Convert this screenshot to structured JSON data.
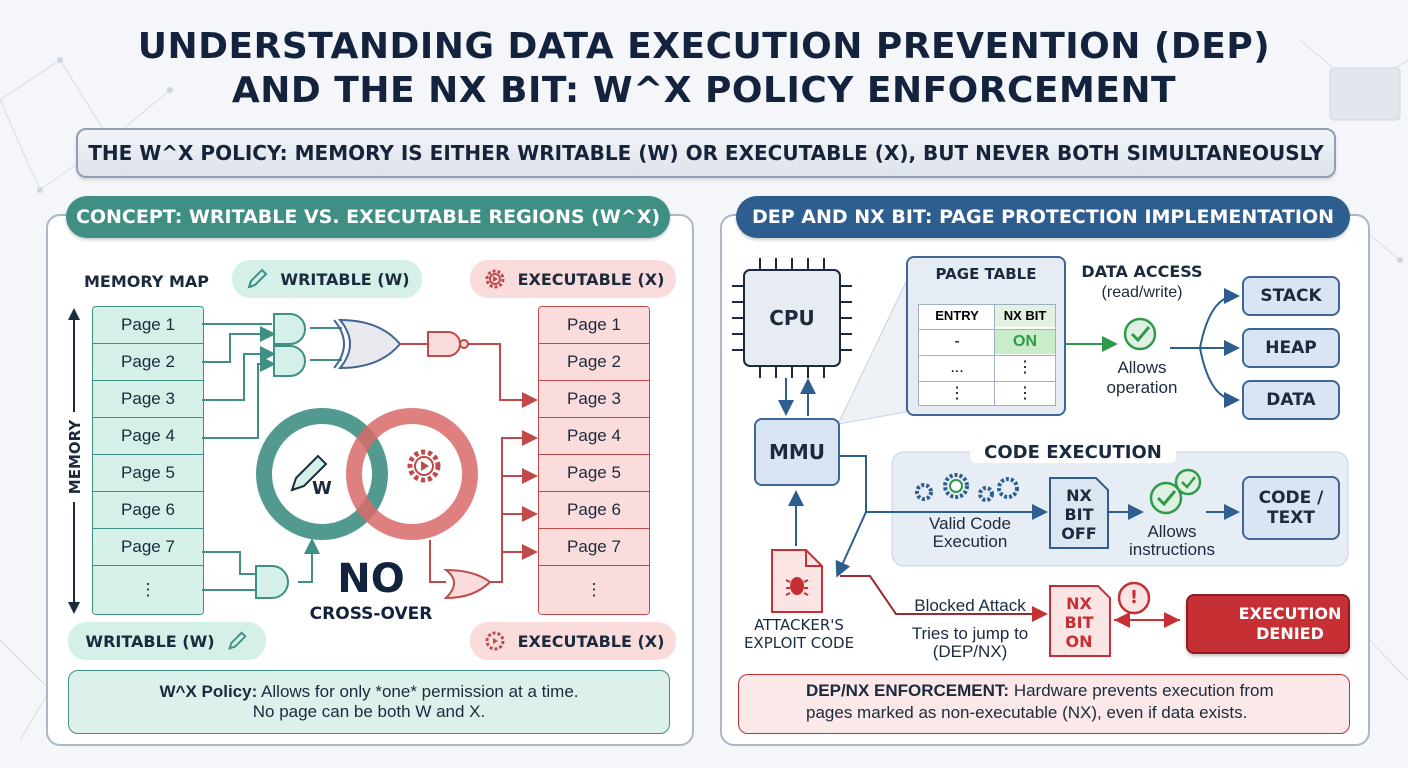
{
  "title": {
    "line1": "UNDERSTANDING DATA EXECUTION PREVENTION (DEP)",
    "line2": "AND THE NX BIT: W^X POLICY ENFORCEMENT"
  },
  "banner": "THE W^X POLICY: MEMORY IS EITHER WRITABLE (W) OR EXECUTABLE (X), BUT NEVER BOTH SIMULTANEOUSLY",
  "left_panel": {
    "header": "CONCEPT: WRITABLE VS. EXECUTABLE REGIONS (W^X)",
    "memory_map_label": "MEMORY MAP",
    "memory_axis_label": "MEMORY",
    "writable_label": "WRITABLE (W)",
    "executable_label": "EXECUTABLE (X)",
    "writable_pages": [
      "Page 1",
      "Page 2",
      "Page 3",
      "Page 4",
      "Page 5",
      "Page 6",
      "Page 7",
      "⋮"
    ],
    "executable_pages": [
      "Page 1",
      "Page 2",
      "Page 3",
      "Page 4",
      "Page 5",
      "Page 6",
      "Page 7",
      "⋮"
    ],
    "venn_w_label": "W",
    "no_label": "NO",
    "crossover_label": "CROSS-OVER",
    "policy_bold": "W^X Policy:",
    "policy_text_1": "Allows for only *one* permission at a time.",
    "policy_text_2": "No page can be both W and X.",
    "colors": {
      "teal": "#3f8f84",
      "red": "#c04a4a"
    }
  },
  "right_panel": {
    "header": "DEP AND NX BIT: PAGE PROTECTION IMPLEMENTATION",
    "cpu_label": "CPU",
    "mmu_label": "MMU",
    "page_table": {
      "title": "PAGE TABLE",
      "col_entry": "ENTRY",
      "col_nx": "NX BIT",
      "rows": [
        [
          "-",
          "ON"
        ],
        [
          "...",
          "⋮"
        ],
        [
          "⋮",
          "⋮"
        ]
      ]
    },
    "data_access": {
      "title_1": "DATA ACCESS",
      "title_2": "(read/write)",
      "allows_1": "Allows",
      "allows_2": "operation"
    },
    "targets": [
      "STACK",
      "HEAP",
      "DATA"
    ],
    "code_execution": {
      "title": "CODE EXECUTION",
      "valid_1": "Valid Code",
      "valid_2": "Execution",
      "nx_doc_1": "NX",
      "nx_doc_2": "BIT",
      "nx_doc_3": "OFF",
      "allows_1": "Allows",
      "allows_2": "instructions",
      "target_1": "CODE /",
      "target_2": "TEXT"
    },
    "attacker_1": "ATTACKER'S",
    "attacker_2": "EXPLOIT CODE",
    "blocked": {
      "title": "Blocked Attack",
      "text_1": "Tries to jump to",
      "text_2": "(DEP/NX)",
      "nx_1": "NX",
      "nx_2": "BIT",
      "nx_3": "ON",
      "alert": "!"
    },
    "denied_1": "EXECUTION",
    "denied_2": "DENIED",
    "enforcement_bold": "DEP/NX ENFORCEMENT:",
    "enforcement_text_1": "Hardware prevents execution from",
    "enforcement_text_2": "pages marked as non-executable (NX), even if data exists.",
    "colors": {
      "blue": "#2e5e8f",
      "green": "#2f9a49",
      "red": "#c62f33"
    }
  }
}
